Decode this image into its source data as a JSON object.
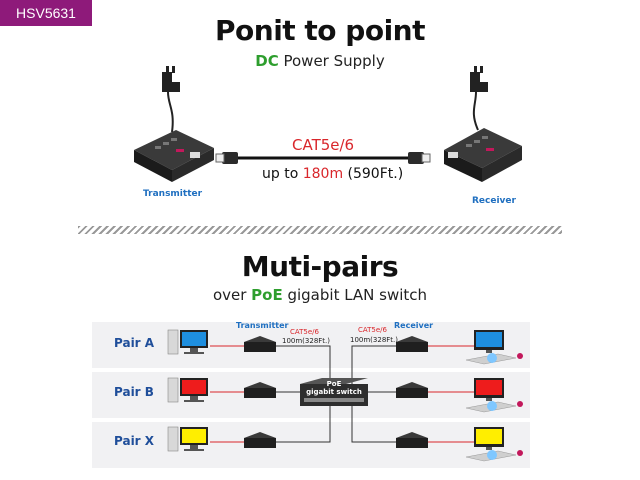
{
  "badge": "HSV5631",
  "section1": {
    "title": "Ponit to point",
    "subtitle_highlight": "DC",
    "subtitle_rest": " Power Supply",
    "cable_label": "CAT5e/6",
    "distance_prefix": "up to ",
    "distance_value": "180m",
    "distance_suffix": " (590Ft.)",
    "transmitter_label": "Transmitter",
    "receiver_label": "Receiver"
  },
  "section2": {
    "title": "Muti-pairs",
    "subtitle_prefix": "over ",
    "subtitle_highlight": "PoE",
    "subtitle_rest": " gigabit LAN switch",
    "transmitter_label": "Transmitter",
    "receiver_label": "Receiver",
    "cable_left": "CAT5e/6",
    "cable_right": "CAT5e/6",
    "dist_left": "100m(328Ft.)",
    "dist_right": "100m(328Ft.)",
    "switch_line1": "PoE",
    "switch_line2": "gigabit switch",
    "pairs": [
      {
        "label": "Pair A",
        "color": "#1e8fe0"
      },
      {
        "label": "Pair B",
        "color": "#ee1c1c"
      },
      {
        "label": "Pair X",
        "color": "#ffee00"
      }
    ]
  },
  "colors": {
    "accent_green": "#2e9e2e",
    "accent_red": "#d9262b",
    "label_blue": "#1f6fc0",
    "badge": "#8e1a7a"
  }
}
